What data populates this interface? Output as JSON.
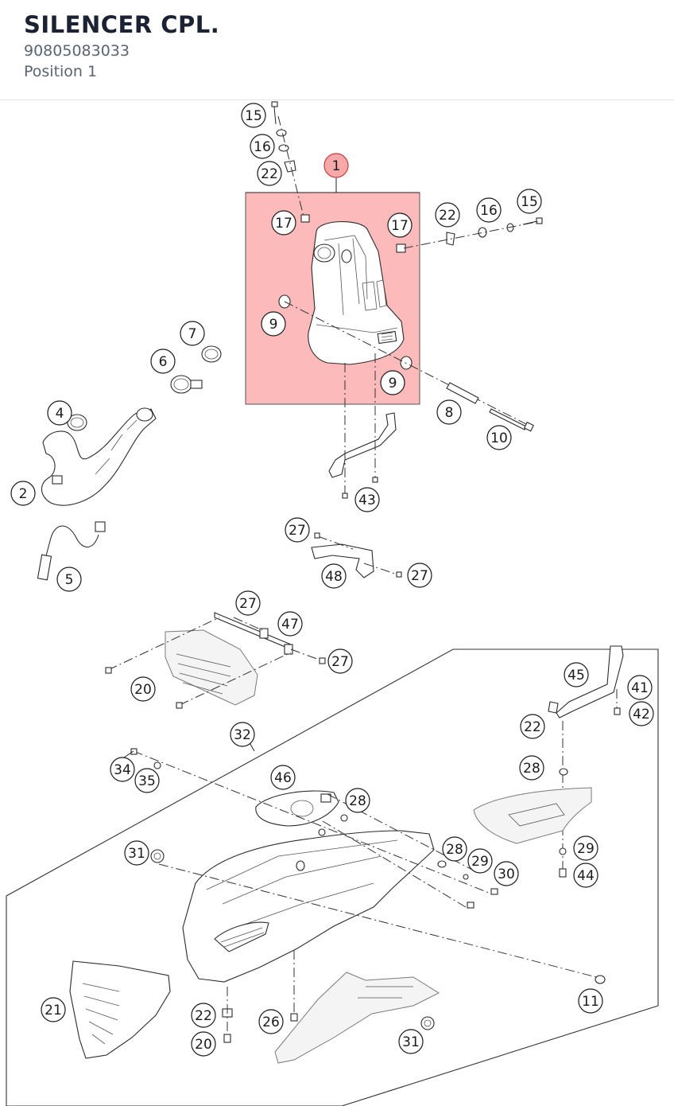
{
  "header": {
    "title": "SILENCER CPL.",
    "part_number": "90805083033",
    "position": "Position 1"
  },
  "diagram": {
    "highlight_color": "#f85a5a",
    "highlighted_position": "1",
    "callouts": [
      {
        "id": "c1",
        "label": "1",
        "highlighted": true
      },
      {
        "id": "c15a",
        "label": "15"
      },
      {
        "id": "c16a",
        "label": "16"
      },
      {
        "id": "c22a",
        "label": "22"
      },
      {
        "id": "c17a",
        "label": "17"
      },
      {
        "id": "c17b",
        "label": "17"
      },
      {
        "id": "c22b",
        "label": "22"
      },
      {
        "id": "c16b",
        "label": "16"
      },
      {
        "id": "c15b",
        "label": "15"
      },
      {
        "id": "c9a",
        "label": "9"
      },
      {
        "id": "c9b",
        "label": "9"
      },
      {
        "id": "c7",
        "label": "7"
      },
      {
        "id": "c6",
        "label": "6"
      },
      {
        "id": "c8",
        "label": "8"
      },
      {
        "id": "c10",
        "label": "10"
      },
      {
        "id": "c4",
        "label": "4"
      },
      {
        "id": "c2",
        "label": "2"
      },
      {
        "id": "c43",
        "label": "43"
      },
      {
        "id": "c5",
        "label": "5"
      },
      {
        "id": "c27a",
        "label": "27"
      },
      {
        "id": "c48",
        "label": "48"
      },
      {
        "id": "c27b",
        "label": "27"
      },
      {
        "id": "c27c",
        "label": "27"
      },
      {
        "id": "c47",
        "label": "47"
      },
      {
        "id": "c27d",
        "label": "27"
      },
      {
        "id": "c20a",
        "label": "20"
      },
      {
        "id": "c45",
        "label": "45"
      },
      {
        "id": "c41",
        "label": "41"
      },
      {
        "id": "c42",
        "label": "42"
      },
      {
        "id": "c22c",
        "label": "22"
      },
      {
        "id": "c32",
        "label": "32"
      },
      {
        "id": "c34",
        "label": "34"
      },
      {
        "id": "c35",
        "label": "35"
      },
      {
        "id": "c46",
        "label": "46"
      },
      {
        "id": "c28a",
        "label": "28"
      },
      {
        "id": "c28b",
        "label": "28"
      },
      {
        "id": "c31a",
        "label": "31"
      },
      {
        "id": "c28c",
        "label": "28"
      },
      {
        "id": "c29a",
        "label": "29"
      },
      {
        "id": "c30",
        "label": "30"
      },
      {
        "id": "c29b",
        "label": "29"
      },
      {
        "id": "c44",
        "label": "44"
      },
      {
        "id": "c11",
        "label": "11"
      },
      {
        "id": "c21",
        "label": "21"
      },
      {
        "id": "c22d",
        "label": "22"
      },
      {
        "id": "c26",
        "label": "26"
      },
      {
        "id": "c20b",
        "label": "20"
      },
      {
        "id": "c31b",
        "label": "31"
      }
    ]
  }
}
